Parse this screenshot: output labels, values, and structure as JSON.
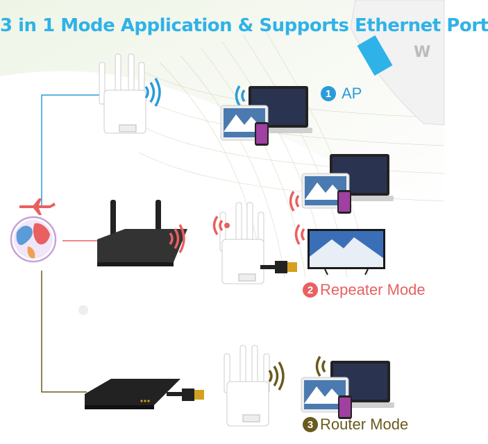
{
  "title": "3 in 1 Mode Application & Supports Ethernet Port",
  "modes": [
    {
      "number": "1",
      "label": "AP",
      "color": "#2a9bd8"
    },
    {
      "number": "2",
      "label": "Repeater Mode",
      "color": "#e86060"
    },
    {
      "number": "3",
      "label": "Router Mode",
      "color": "#6a5a1c"
    }
  ],
  "icons": [
    "globe-icon",
    "airplane-icon",
    "wifi-signal-icon",
    "router-icon",
    "repeater-icon",
    "laptop-icon",
    "tablet-icon",
    "phone-icon",
    "tv-icon",
    "ethernet-cable-icon"
  ],
  "colors": {
    "title": "#2fb2e8",
    "ap": "#2a9bd8",
    "repeater": "#e86060",
    "router": "#6a5a1c"
  }
}
